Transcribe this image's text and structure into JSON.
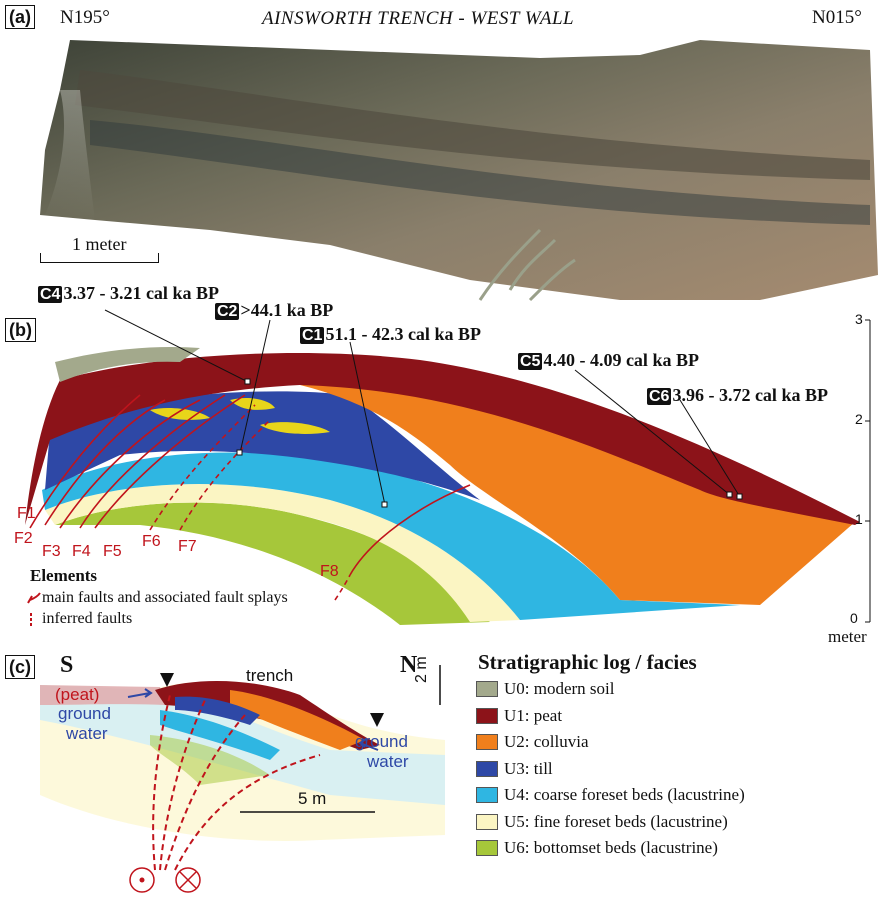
{
  "panel_a": {
    "label": "(a)",
    "azimuth_left": "N195°",
    "azimuth_right": "N015°",
    "title": "AINSWORTH TRENCH - WEST WALL",
    "scale_label": "1 meter"
  },
  "panel_b": {
    "label": "(b)",
    "samples": [
      {
        "id": "C4",
        "age": "3.37 - 3.21 cal ka BP"
      },
      {
        "id": "C2",
        "age": ">44.1 ka BP"
      },
      {
        "id": "C1",
        "age": "51.1 - 42.3 cal ka BP"
      },
      {
        "id": "C5",
        "age": "4.40 - 4.09 cal ka BP"
      },
      {
        "id": "C6",
        "age": "3.96 - 3.72 cal ka BP"
      }
    ],
    "faults": [
      "F1",
      "F2",
      "F3",
      "F4",
      "F5",
      "F6",
      "F7",
      "F8"
    ],
    "elements_title": "Elements",
    "elements": [
      {
        "label": "main faults and associated fault splays"
      },
      {
        "label": "inferred faults"
      }
    ],
    "axis": {
      "ticks": [
        "0",
        "1",
        "2",
        "3"
      ],
      "unit": "meter"
    }
  },
  "panel_c": {
    "label": "(c)",
    "south": "S",
    "north": "N",
    "trench": "trench",
    "peat": "(peat)",
    "groundwater_left_1": "ground",
    "groundwater_left_2": "water",
    "groundwater_right_1": "ground",
    "groundwater_right_2": "water",
    "scale_vertical": "2 m",
    "scale_horizontal": "5 m"
  },
  "legend": {
    "title": "Stratigraphic log / facies",
    "units": [
      {
        "code": "U0",
        "label": "U0: modern soil",
        "color": "#a3a98c"
      },
      {
        "code": "U1",
        "label": "U1: peat",
        "color": "#8c1319"
      },
      {
        "code": "U2",
        "label": "U2: colluvia",
        "color": "#f07f1c"
      },
      {
        "code": "U3",
        "label": "U3: till",
        "color": "#2e48a6"
      },
      {
        "code": "U4",
        "label": "U4: coarse foreset beds (lacustrine)",
        "color": "#2fb6e2"
      },
      {
        "code": "U5",
        "label": "U5: fine foreset beds (lacustrine)",
        "color": "#fbf5c3"
      },
      {
        "code": "U6",
        "label": "U6: bottomset beds (lacustrine)",
        "color": "#a6c73a"
      }
    ]
  },
  "colors": {
    "fault": "#c0141c"
  }
}
